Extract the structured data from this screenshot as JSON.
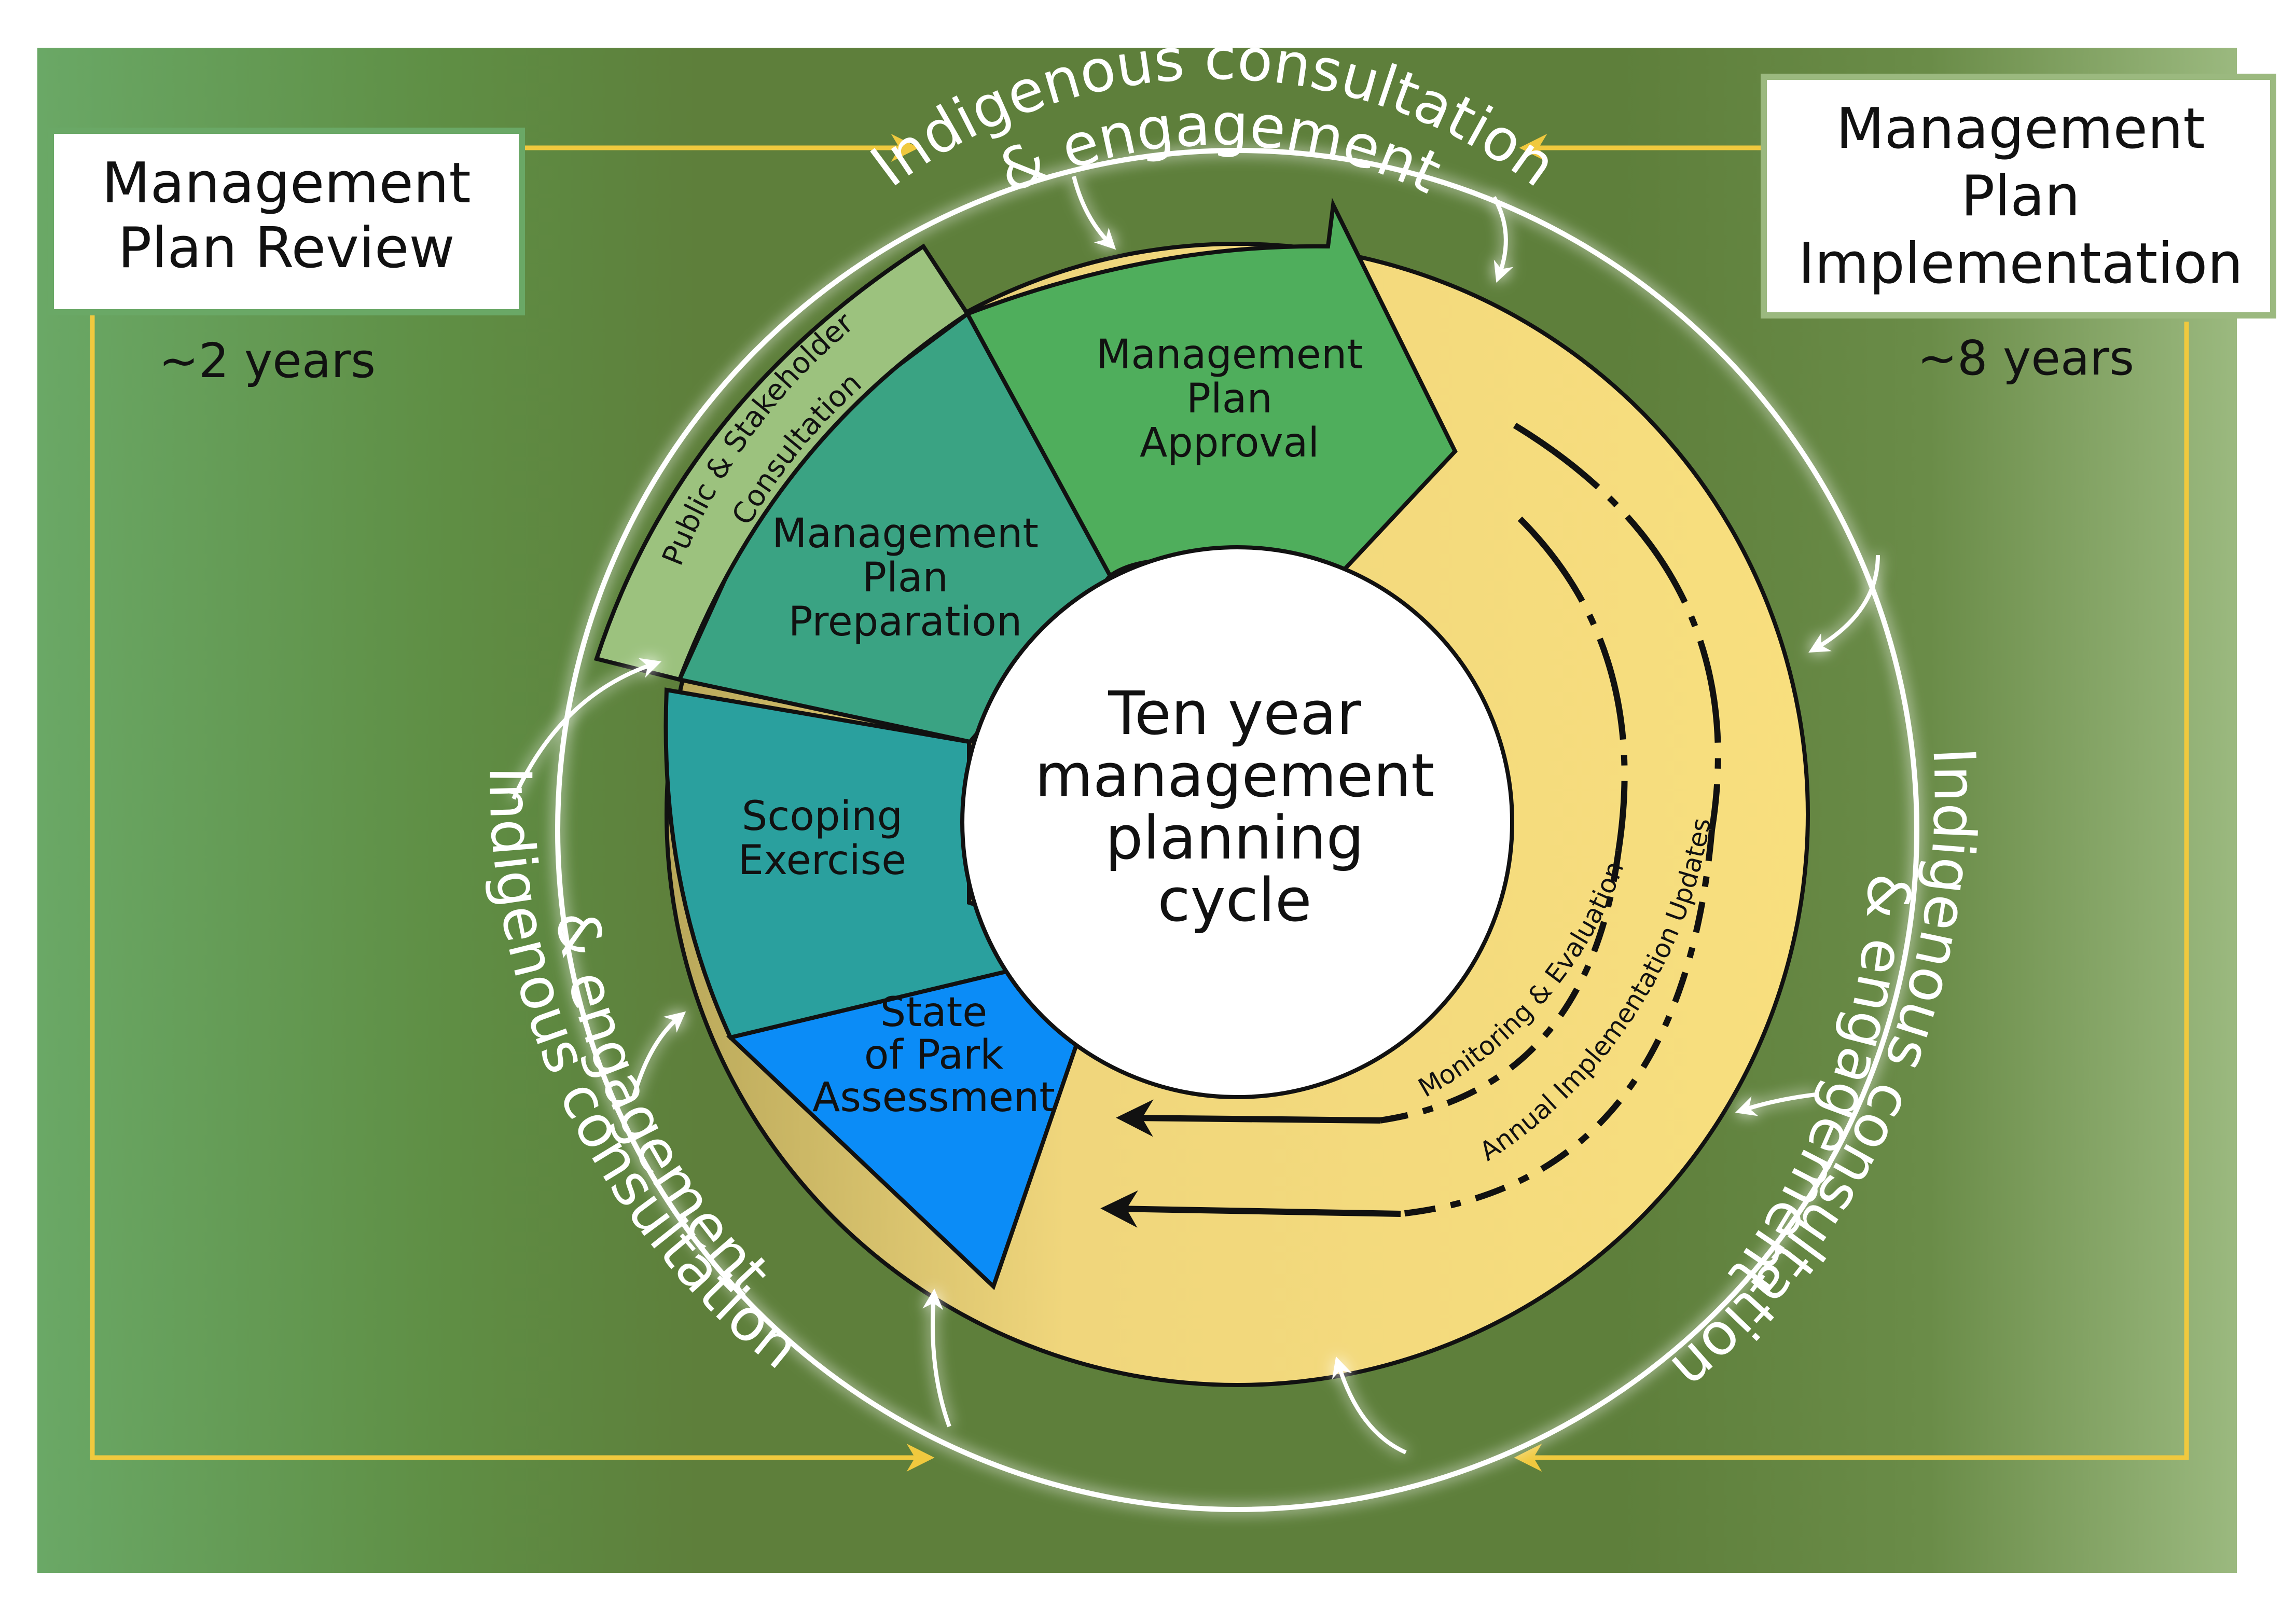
{
  "panels": {
    "review": {
      "title_line1": "Management",
      "title_line2": "Plan Review",
      "duration": "~2 years"
    },
    "implementation": {
      "title_line1": "Management",
      "title_line2": "Plan",
      "title_line3": "Implementation",
      "duration": "~8 years"
    }
  },
  "center": {
    "line1": "Ten year",
    "line2": "management",
    "line3": "planning",
    "line4": "cycle"
  },
  "segments": {
    "public_consultation": {
      "line1": "Public & Stakeholder",
      "line2": "Consultation"
    },
    "preparation": {
      "line1": "Management",
      "line2": "Plan",
      "line3": "Preparation"
    },
    "scoping": {
      "line1": "Scoping",
      "line2": "Exercise"
    },
    "assessment": {
      "line1": "State",
      "line2": "of Park",
      "line3": "Assessment"
    },
    "approval": {
      "line1": "Management",
      "line2": "Plan",
      "line3": "Approval"
    },
    "monitoring": "Monitoring & Evaluation",
    "annual_updates": "Annual Implementation Updates"
  },
  "ring_labels": {
    "top_line1": "Indigenous consultation",
    "top_line2": "& engagement",
    "left_line1": "Indigenous consultation",
    "left_line2": "& engagement",
    "right_line1": "Indigenous consultation",
    "right_line2": "& engagement"
  },
  "colors": {
    "background": "#5f7f3c",
    "assessment": "#0b8cf7",
    "scoping": "#2aa09e",
    "preparation": "#3aa383",
    "approval": "#4fae5c",
    "public_consultation": "#9cc27e",
    "implementation": "#f3d878",
    "arrow_yellow": "#f0c93e"
  }
}
